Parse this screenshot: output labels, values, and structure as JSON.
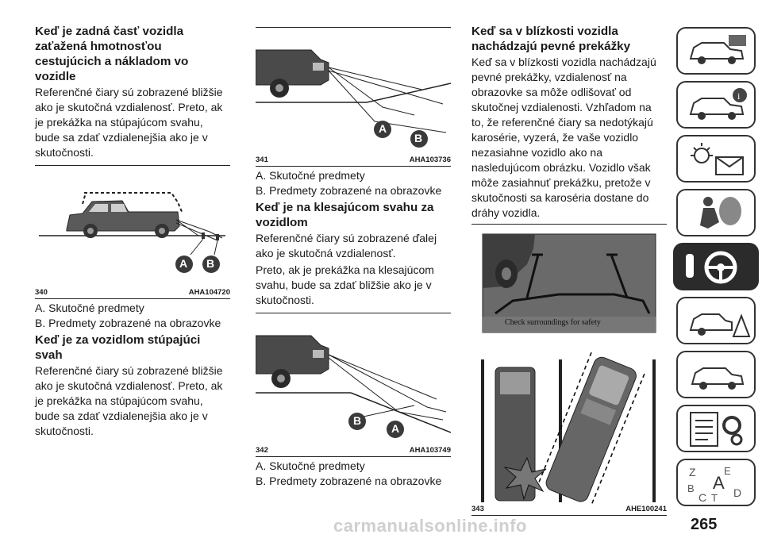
{
  "col1": {
    "heading1": "Keď je zadná časť vozidla zaťažená hmotnosťou cestujúcich a nákladom vo vozidle",
    "para1": "Referenčné čiary sú zobrazené bližšie ako je skutočná vzdialenosť. Preto, ak je prekážka na stúpajúcom svahu, bude sa zdať vzdialenejšia ako je v skutočnosti.",
    "fig": {
      "num": "340",
      "code": "AHA104720",
      "label_a": "A",
      "label_b": "B"
    },
    "cap_a": "A. Skutočné predmety",
    "cap_b": "B. Predmety zobrazené na obrazovke",
    "heading2": "Keď je za vozidlom stúpajúci svah",
    "para2": "Referenčné čiary sú zobrazené bližšie ako je skutočná vzdialenosť. Preto, ak je prekážka na stúpajúcom svahu, bude sa zdať vzdialenejšia ako je v skutočnosti."
  },
  "col2": {
    "fig1": {
      "num": "341",
      "code": "AHA103736",
      "label_a": "A",
      "label_b": "B"
    },
    "cap_a1": "A. Skutočné predmety",
    "cap_b1": "B. Predmety zobrazené na obrazovke",
    "heading": "Keď je na klesajúcom svahu za vozidlom",
    "para1": "Referenčné čiary sú zobrazené ďalej ako je skutočná vzdialenosť.",
    "para2": "Preto, ak je prekážka na klesajúcom svahu, bude sa zdať bližšie ako je v skutočnosti.",
    "fig2": {
      "num": "342",
      "code": "AHA103749",
      "label_a": "A",
      "label_b": "B"
    },
    "cap_a2": "A. Skutočné predmety",
    "cap_b2": "B. Predmety zobrazené na obrazovke"
  },
  "col3": {
    "heading": "Keď sa v blízkosti vozidla nachádzajú pevné prekážky",
    "para": "Keď sa v blízkosti vozidla nachádzajú pevné prekážky, vzdialenosť na obrazovke sa môže odlišovať od skutočnej vzdialenosti. Vzhľadom na to, že referenčné čiary sa nedotýkajú karosérie, vyzerá, že vaše vozidlo nezasiahne vozidlo ako na nasledujúcom obrázku. Vozidlo však môže zasiahnuť prekážku, pretože v skutočnosti sa karoséria dostane do dráhy vozidla.",
    "camera_text": "Check surroundings for safety",
    "fig": {
      "num": "343",
      "code": "AHE100241"
    }
  },
  "sidebar": {
    "tabs": [
      "car-dashboard-icon",
      "car-info-icon",
      "warning-lights-icon",
      "airbag-icon",
      "steering-key-icon",
      "breakdown-icon",
      "car-service-icon",
      "settings-list-icon",
      "index-letters-icon"
    ],
    "active_index": 4,
    "index_letters": [
      "Z",
      "E",
      "A",
      "B",
      "C",
      "T",
      "D"
    ]
  },
  "page_number": "265",
  "watermark": "carmanualsonline.info"
}
